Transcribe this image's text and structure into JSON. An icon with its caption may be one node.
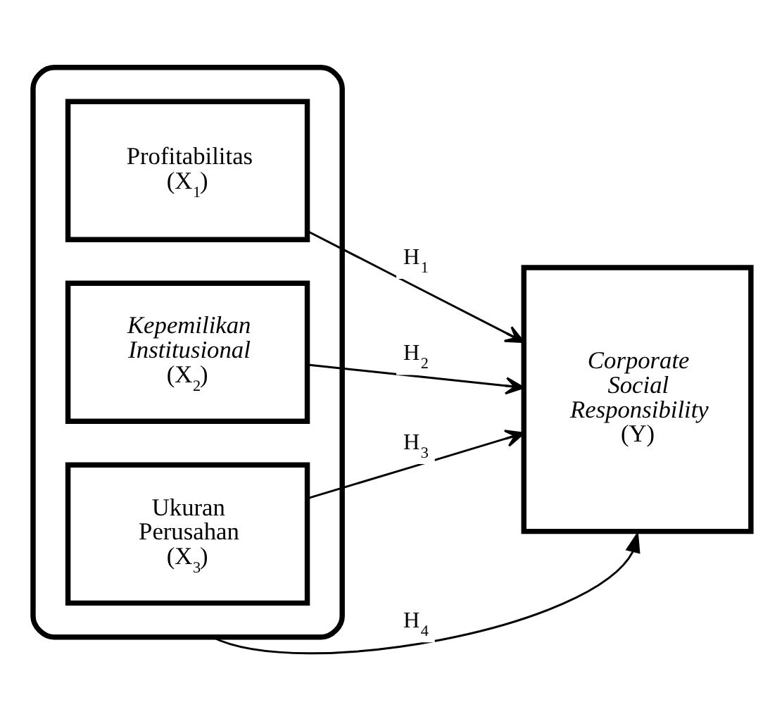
{
  "diagram": {
    "nodes": [
      {
        "text": [],
        "shape": "box"
      },
      {
        "text": [
          "Profitabilitas",
          "(X$_{1}$)"
        ],
        "in": 0
      },
      {
        "text": [
          "*Kepemilikan Institusional*",
          "(X$_{2}$)"
        ],
        "in": 0
      },
      {
        "text": [
          "Ukuran Perusahan",
          "(X$_{3}$)"
        ],
        "in": 0
      },
      {
        "text": [
          "*Corporate Social Responsibility*",
          "(Y)"
        ]
      }
    ],
    "edges": [
      {
        "from": 1,
        "to": 4,
        "arrow": "to",
        "label": "H$_{1}$"
      },
      {
        "from": 2,
        "to": 4,
        "arrow": "to",
        "label": "H$_{2}$"
      },
      {
        "from": 3,
        "to": 4,
        "arrow": "to",
        "label": "H$_{3}$"
      },
      {
        "from": 0,
        "to": 4,
        "arrow": "to",
        "label": "H$_{4}$"
      }
    ]
  }
}
